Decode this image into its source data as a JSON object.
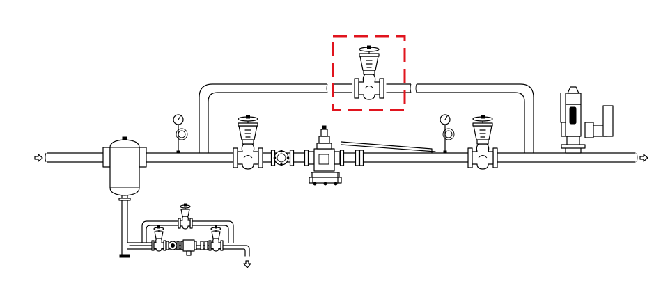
{
  "colors": {
    "line": "#000000",
    "background": "#ffffff",
    "highlight": "#e0141e"
  },
  "icons": {
    "inlet": "hollow-arrow-right",
    "outlet": "hollow-arrow-right",
    "drain": "hollow-arrow-down"
  },
  "highlight": {
    "target": "bypass-globe-valve",
    "style": "dashed-box"
  }
}
